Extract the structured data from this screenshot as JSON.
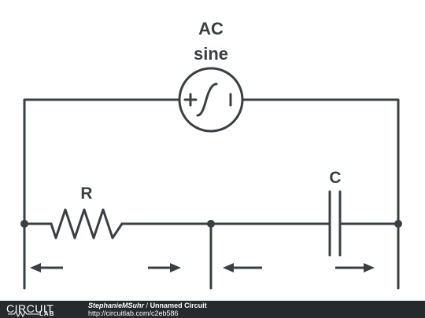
{
  "source": {
    "line1": "AC",
    "line2": "sine"
  },
  "resistor": {
    "label": "R"
  },
  "capacitor": {
    "label": "C"
  },
  "footer": {
    "logo_text": "CIRCUIT",
    "logo_sub": "LAB",
    "author": "StephanieMSuhr",
    "separator": "/",
    "circuit_name": "Unnamed Circuit",
    "url": "http://circuitlab.com/c2eb586"
  },
  "colors": {
    "wire": "#3a3f44",
    "footer_bg": "#262a2d"
  }
}
